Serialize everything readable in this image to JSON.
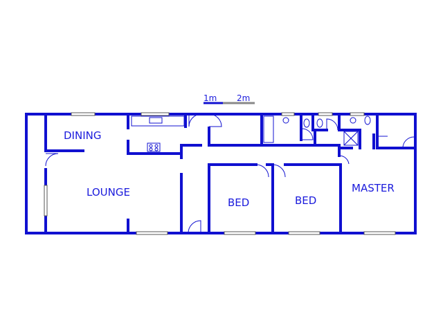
{
  "scale_bar": {
    "label_1": "1m",
    "label_2": "2m"
  },
  "rooms": {
    "dining": "DINING",
    "lounge": "LOUNGE",
    "bed_1": "BED",
    "bed_2": "BED",
    "master": "MASTER"
  },
  "colors": {
    "wall": "#1010d0",
    "label": "#1a1adc",
    "window": "#555555"
  }
}
